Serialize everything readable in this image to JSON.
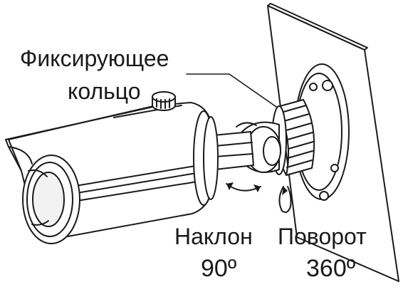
{
  "labels": {
    "locking_ring_line1": "Фиксирующее",
    "locking_ring_line2": "кольцо",
    "tilt_label": "Наклон",
    "tilt_value": "90º",
    "rotation_label": "Поворот",
    "rotation_value": "360º"
  },
  "colors": {
    "stroke": "#1a1a1a",
    "fill": "#ffffff",
    "shade": "#f2f2f2"
  }
}
